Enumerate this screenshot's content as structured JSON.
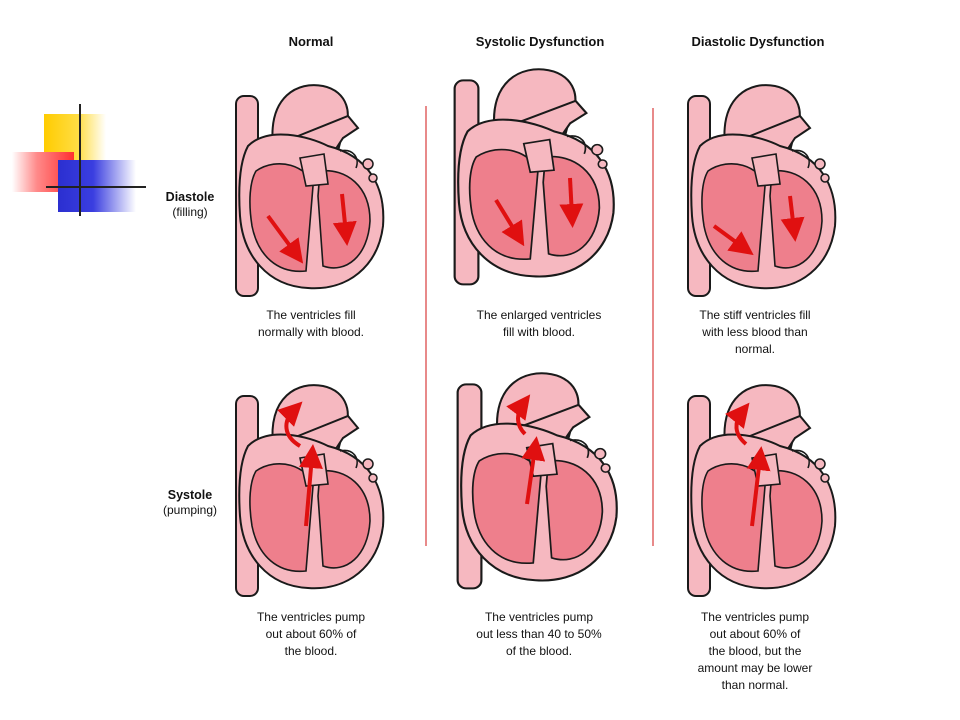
{
  "columns": [
    {
      "title": "Normal"
    },
    {
      "title": "Systolic Dysfunction"
    },
    {
      "title": "Diastolic Dysfunction"
    }
  ],
  "rows": [
    {
      "title": "Diastole",
      "subtitle": "(filling)"
    },
    {
      "title": "Systole",
      "subtitle": "(pumping)"
    }
  ],
  "captions": {
    "diastole": [
      "The ventricles fill\nnormally with blood.",
      "The enlarged ventricles\nfill with blood.",
      "The stiff ventricles fill\nwith less blood than\nnormal."
    ],
    "systole": [
      "The ventricles pump\nout about 60% of\nthe blood.",
      "The ventricles pump\nout less than 40 to 50%\nof the blood.",
      "The ventricles pump\nout about 60% of\nthe blood, but the\namount may be lower\nthan normal."
    ]
  },
  "colors": {
    "heart_light": "#f6b8c0",
    "heart_mid": "#ee7f8c",
    "outline": "#1a1a1a",
    "arrow": "#e01010",
    "separator": "#e88a8a"
  }
}
